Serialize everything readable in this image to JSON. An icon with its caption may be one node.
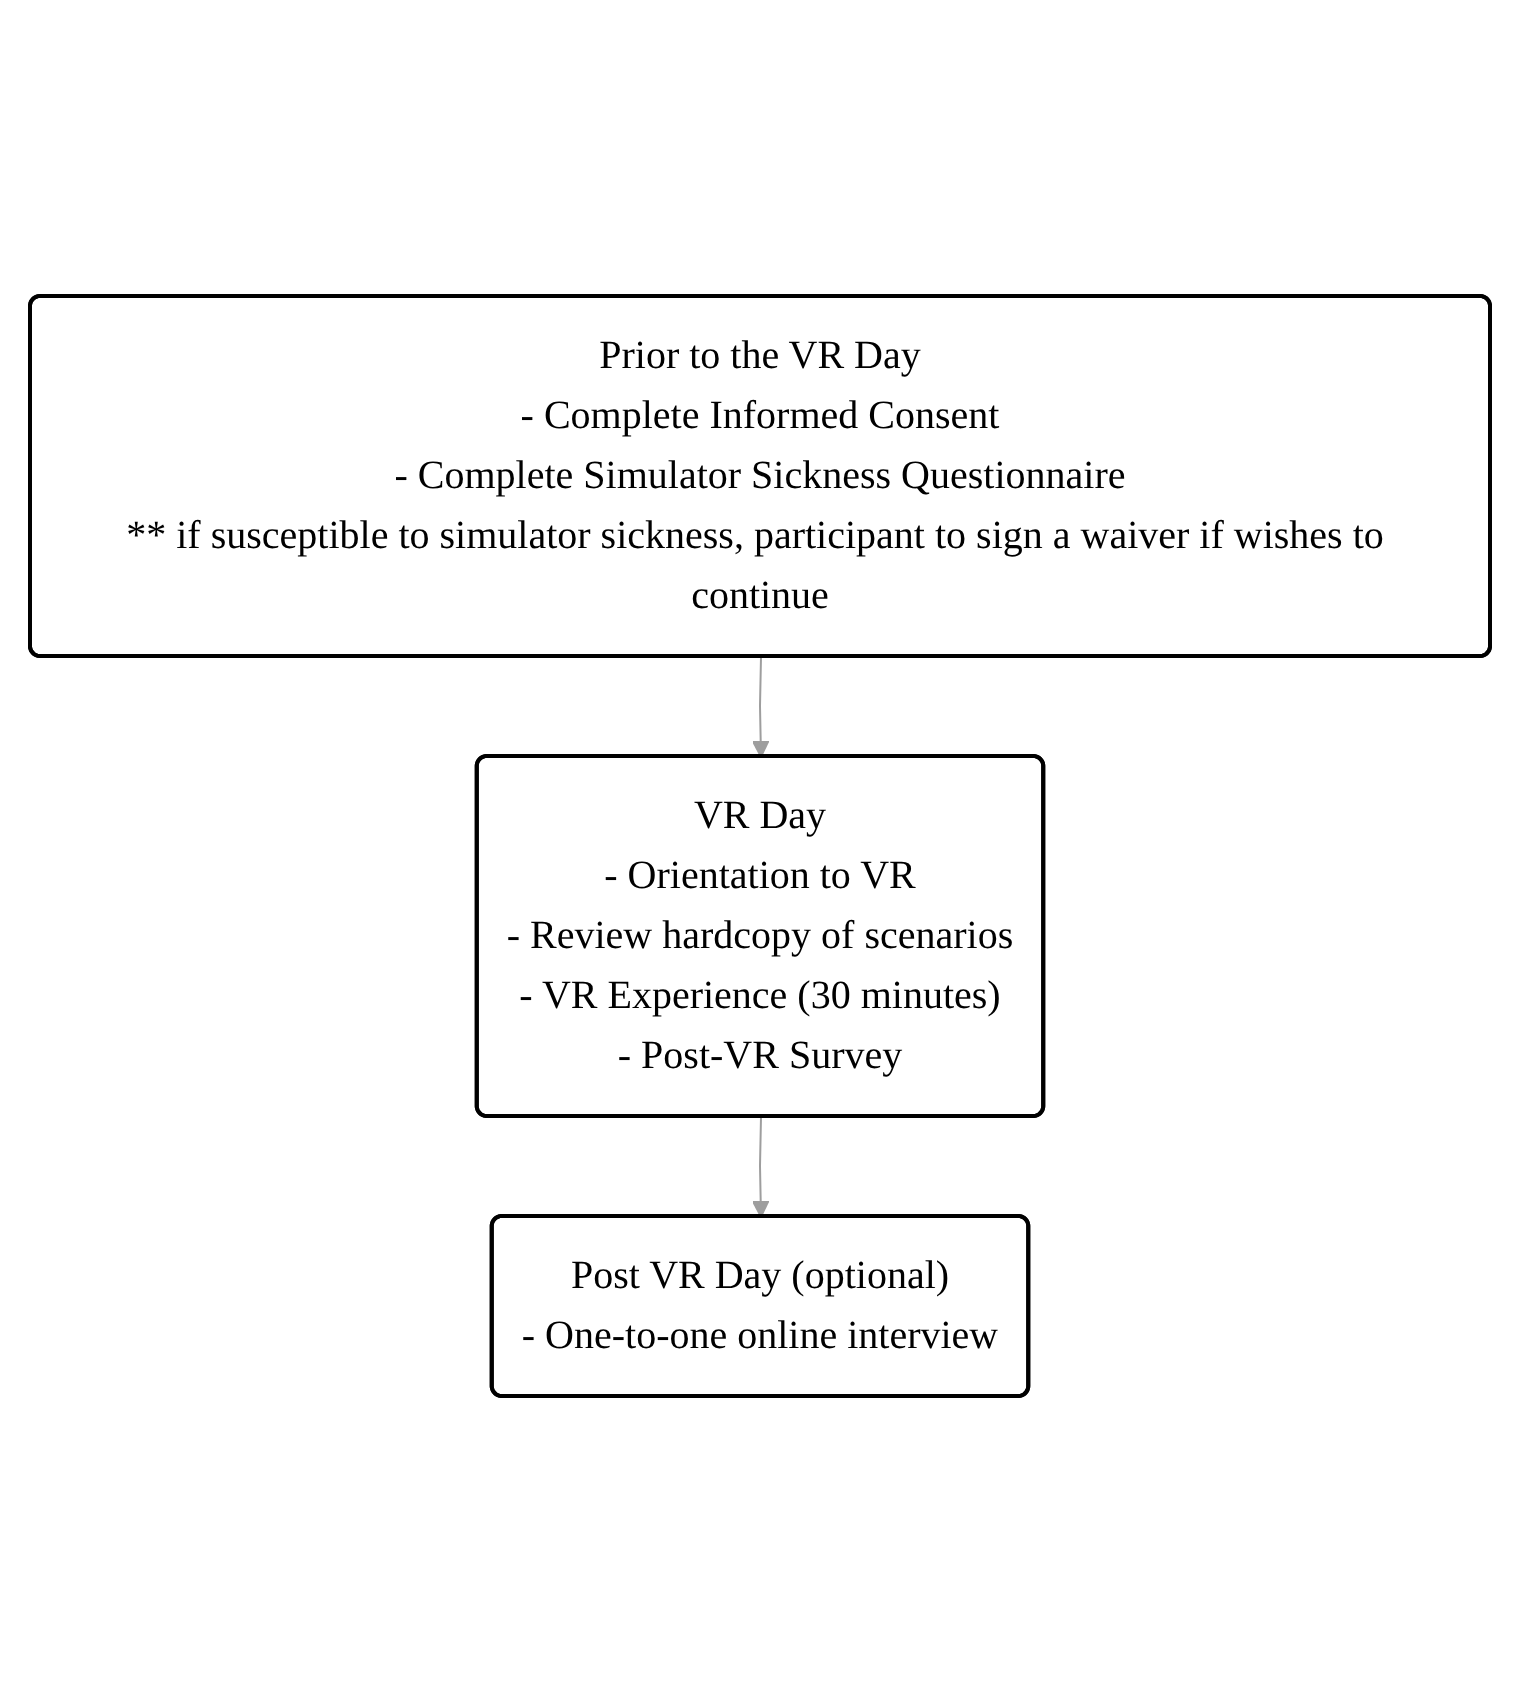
{
  "diagram": {
    "nodes": [
      {
        "text": [
          "Prior to the VR Day",
          "- Complete Informed Consent",
          "- Complete Simulator Sickness Questionnaire",
          "** if susceptible to simulator sickness, participant to sign a waiver if wishes to continue"
        ]
      },
      {
        "text": [
          "VR Day",
          "- Orientation to VR",
          "- Review hardcopy of scenarios",
          "- VR Experience (30 minutes)",
          "- Post-VR Survey"
        ]
      },
      {
        "text": [
          "Post VR Day (optional)",
          "- One-to-one online interview"
        ]
      }
    ],
    "edges": [
      {
        "from": 0,
        "to": 1,
        "arrow": "to"
      },
      {
        "from": 1,
        "to": 2,
        "arrow": "to"
      }
    ]
  }
}
